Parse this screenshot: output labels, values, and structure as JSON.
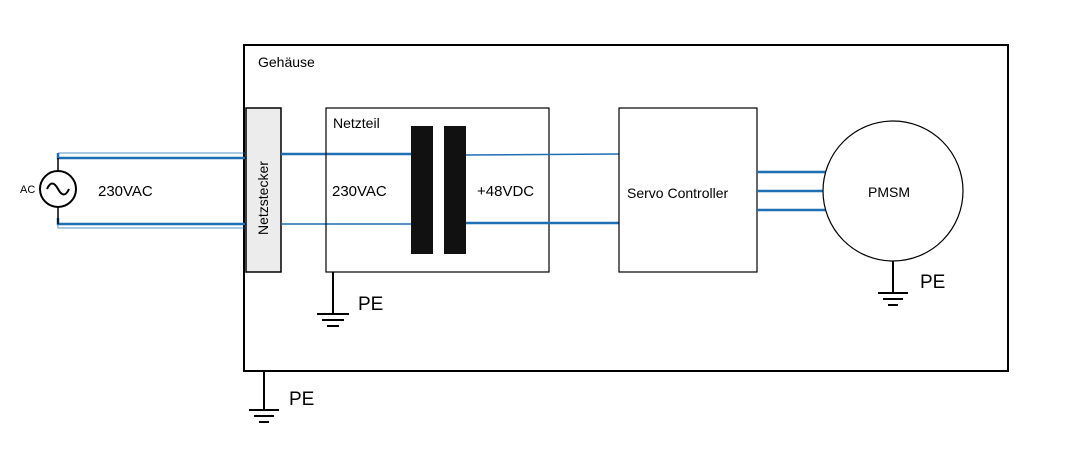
{
  "enclosure": {
    "label": "Gehäuse"
  },
  "source": {
    "ac_label": "AC",
    "voltage_label": "230VAC"
  },
  "connector": {
    "label": "Netzstecker"
  },
  "power_supply": {
    "title": "Netzteil",
    "input_label": "230VAC",
    "output_label": "+48VDC"
  },
  "controller": {
    "label": "Servo Controller"
  },
  "motor": {
    "label": "PMSM"
  },
  "grounds": {
    "psu": "PE",
    "motor": "PE",
    "enclosure": "PE"
  },
  "colors": {
    "wire": "#1f6fb5",
    "line": "#000000",
    "connector_fill": "#ececec"
  }
}
